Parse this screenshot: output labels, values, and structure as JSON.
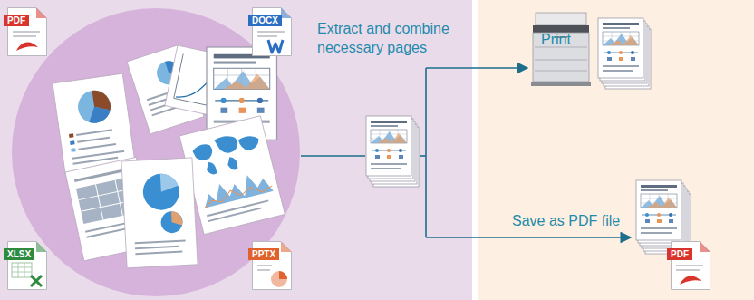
{
  "diagram": {
    "nodes": [
      {
        "text": [
          "Extract and combine necessary pages"
        ]
      },
      {
        "text": [
          "PDF"
        ],
        "in": 0
      },
      {
        "text": [
          "DOCX"
        ],
        "in": 0
      },
      {
        "text": [
          "XLSX"
        ],
        "in": 0
      },
      {
        "text": [
          "PPTX"
        ],
        "in": 0
      },
      {
        "text": [
          "Print",
          "Save as PDF file"
        ]
      },
      {
        "text": [
          "PDF"
        ],
        "in": 5
      }
    ]
  }
}
